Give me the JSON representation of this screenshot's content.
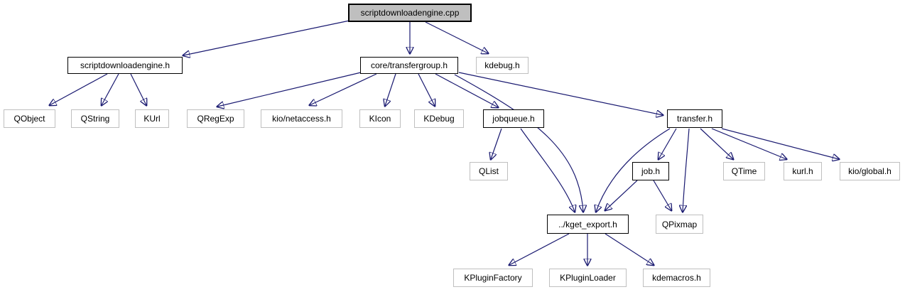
{
  "diagram": {
    "kind": "include-dependency-graph",
    "root_file": "scriptdownloadengine.cpp",
    "colors": {
      "edge": "#191970",
      "root_fill": "#bfbfbf",
      "internal_border": "#000000",
      "external_border": "#bfbfbf",
      "node_fill": "#ffffff",
      "text": "#000000",
      "background": "#ffffff"
    },
    "nodes": [
      {
        "id": "scriptdownloadengine_cpp",
        "label": "scriptdownloadengine.cpp",
        "kind": "root"
      },
      {
        "id": "scriptdownloadengine_h",
        "label": "scriptdownloadengine.h",
        "kind": "internal"
      },
      {
        "id": "core_transfergroup_h",
        "label": "core/transfergroup.h",
        "kind": "internal"
      },
      {
        "id": "kdebug_h",
        "label": "kdebug.h",
        "kind": "external"
      },
      {
        "id": "qobject",
        "label": "QObject",
        "kind": "external"
      },
      {
        "id": "qstring",
        "label": "QString",
        "kind": "external"
      },
      {
        "id": "kurl",
        "label": "KUrl",
        "kind": "external"
      },
      {
        "id": "qregexp",
        "label": "QRegExp",
        "kind": "external"
      },
      {
        "id": "kio_netaccess_h",
        "label": "kio/netaccess.h",
        "kind": "external"
      },
      {
        "id": "kicon",
        "label": "KIcon",
        "kind": "external"
      },
      {
        "id": "kdebug_class",
        "label": "KDebug",
        "kind": "external"
      },
      {
        "id": "jobqueue_h",
        "label": "jobqueue.h",
        "kind": "internal"
      },
      {
        "id": "transfer_h",
        "label": "transfer.h",
        "kind": "internal"
      },
      {
        "id": "qlist",
        "label": "QList",
        "kind": "external"
      },
      {
        "id": "job_h",
        "label": "job.h",
        "kind": "internal"
      },
      {
        "id": "qtime",
        "label": "QTime",
        "kind": "external"
      },
      {
        "id": "kurl_h",
        "label": "kurl.h",
        "kind": "external"
      },
      {
        "id": "kio_global_h",
        "label": "kio/global.h",
        "kind": "external"
      },
      {
        "id": "kget_export_h",
        "label": "../kget_export.h",
        "kind": "internal"
      },
      {
        "id": "qpixmap",
        "label": "QPixmap",
        "kind": "external"
      },
      {
        "id": "kpluginfactory",
        "label": "KPluginFactory",
        "kind": "external"
      },
      {
        "id": "kpluginloader",
        "label": "KPluginLoader",
        "kind": "external"
      },
      {
        "id": "kdemacros_h",
        "label": "kdemacros.h",
        "kind": "external"
      }
    ],
    "edges": [
      {
        "from": "scriptdownloadengine_cpp",
        "to": "scriptdownloadengine_h"
      },
      {
        "from": "scriptdownloadengine_cpp",
        "to": "core_transfergroup_h"
      },
      {
        "from": "scriptdownloadengine_cpp",
        "to": "kdebug_h"
      },
      {
        "from": "scriptdownloadengine_h",
        "to": "qobject"
      },
      {
        "from": "scriptdownloadengine_h",
        "to": "qstring"
      },
      {
        "from": "scriptdownloadengine_h",
        "to": "kurl"
      },
      {
        "from": "core_transfergroup_h",
        "to": "qregexp"
      },
      {
        "from": "core_transfergroup_h",
        "to": "kio_netaccess_h"
      },
      {
        "from": "core_transfergroup_h",
        "to": "kicon"
      },
      {
        "from": "core_transfergroup_h",
        "to": "kdebug_class"
      },
      {
        "from": "core_transfergroup_h",
        "to": "jobqueue_h"
      },
      {
        "from": "core_transfergroup_h",
        "to": "transfer_h"
      },
      {
        "from": "core_transfergroup_h",
        "to": "kget_export_h"
      },
      {
        "from": "jobqueue_h",
        "to": "qlist"
      },
      {
        "from": "jobqueue_h",
        "to": "kget_export_h"
      },
      {
        "from": "transfer_h",
        "to": "job_h"
      },
      {
        "from": "transfer_h",
        "to": "qpixmap"
      },
      {
        "from": "transfer_h",
        "to": "qtime"
      },
      {
        "from": "transfer_h",
        "to": "kurl_h"
      },
      {
        "from": "transfer_h",
        "to": "kio_global_h"
      },
      {
        "from": "transfer_h",
        "to": "kget_export_h"
      },
      {
        "from": "job_h",
        "to": "kget_export_h"
      },
      {
        "from": "job_h",
        "to": "qpixmap"
      },
      {
        "from": "kget_export_h",
        "to": "kpluginfactory"
      },
      {
        "from": "kget_export_h",
        "to": "kpluginloader"
      },
      {
        "from": "kget_export_h",
        "to": "kdemacros_h"
      }
    ]
  }
}
